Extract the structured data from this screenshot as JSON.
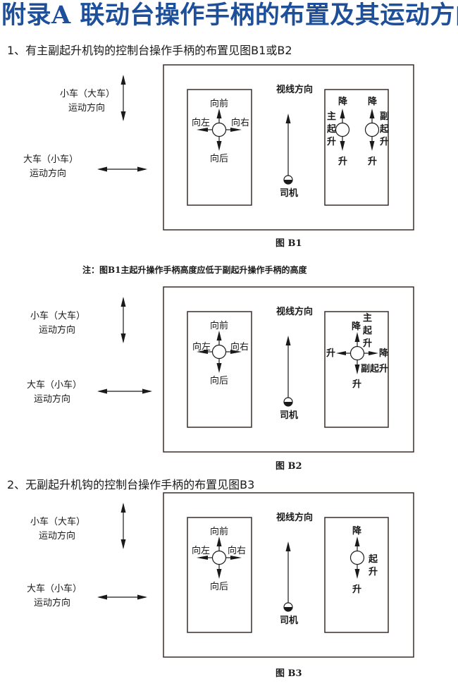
{
  "title": "附录A 联动台操作手柄的布置及其运动方向",
  "sections": [
    {
      "heading": "1、有主副起升机钩的控制台操作手柄的布置见图B1或B2"
    },
    {
      "heading": "2、无副起升机钩的控制台操作手柄的布置见图B3"
    }
  ],
  "note": "注：图B1主起升操作手柄高度应低于副起升操作手柄的高度",
  "legend": {
    "trolley_label_line1": "小车（大车）",
    "trolley_label_line2": "运动方向",
    "crane_label_line1": "大车（小车）",
    "crane_label_line2": "运动方向"
  },
  "common": {
    "sight_direction": "视线方向",
    "driver": "司机",
    "forward": "向前",
    "backward": "向后",
    "left": "向左",
    "right": "向右",
    "lower": "降",
    "raise": "升",
    "main_hoist": [
      "主",
      "起",
      "升"
    ],
    "aux_hoist": [
      "副",
      "起",
      "升"
    ],
    "aux_hoist_inline": "副起升",
    "hoist": [
      "起",
      "升"
    ]
  },
  "figures": [
    {
      "id": "B1",
      "caption": "图  B1"
    },
    {
      "id": "B2",
      "caption": "图  B2"
    },
    {
      "id": "B3",
      "caption": "图  B3"
    }
  ],
  "colors": {
    "title": "#1d4f9a",
    "line": "#3a2f2a",
    "text": "#1a1a1a"
  }
}
